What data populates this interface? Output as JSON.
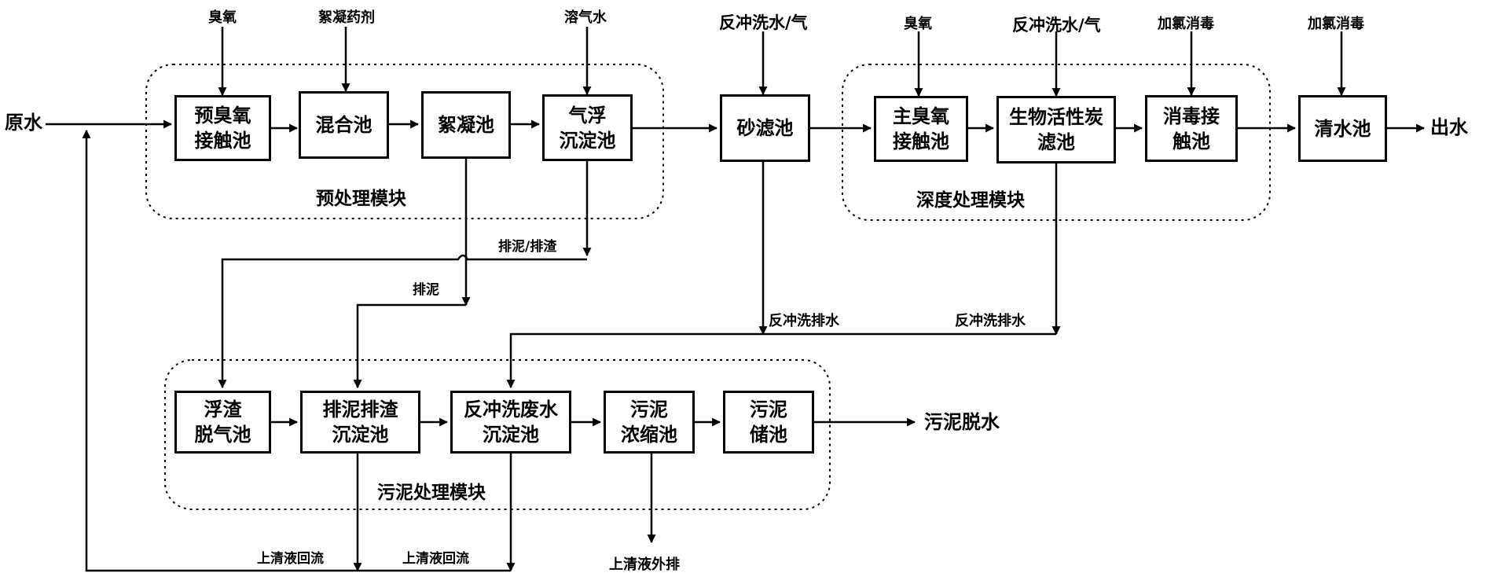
{
  "diagram": {
    "boxes": {
      "pre_ozone": [
        "预臭氧",
        "接触池"
      ],
      "mixing": [
        "混合池"
      ],
      "flocculation": [
        "絮凝池"
      ],
      "daf": [
        "气浮",
        "沉淀池"
      ],
      "sand_filter": [
        "砂滤池"
      ],
      "main_ozone": [
        "主臭氧",
        "接触池"
      ],
      "bac": [
        "生物活性炭",
        "滤池"
      ],
      "disinfection": [
        "消毒接",
        "触池"
      ],
      "clear_water": [
        "清水池"
      ],
      "scum_degas": [
        "浮渣",
        "脱气池"
      ],
      "sludge_settling": [
        "排泥排渣",
        "沉淀池"
      ],
      "backwash_settling": [
        "反冲洗废水",
        "沉淀池"
      ],
      "thickener": [
        "污泥",
        "浓缩池"
      ],
      "sludge_storage": [
        "污泥",
        "储池"
      ]
    },
    "inputs": {
      "ozone1": "臭氧",
      "coagulant": "絮凝药剂",
      "dissolved_air_water": "溶气水",
      "backwash1": "反冲洗水/气",
      "ozone2": "臭氧",
      "backwash2": "反冲洗水/气",
      "chlorine1": "加氯消毒",
      "chlorine2": "加氯消毒"
    },
    "labels": {
      "raw_water": "原水",
      "outlet": "出水",
      "sludge_dewatering": "污泥脱水",
      "pretreatment_module": "预处理模块",
      "advanced_module": "深度处理模块",
      "sludge_module": "污泥处理模块",
      "sludge_scum_discharge": "排泥/排渣",
      "sludge_discharge": "排泥",
      "backwash_drain1": "反冲洗排水",
      "backwash_drain2": "反冲洗排水",
      "supernatant_return1": "上清液回流",
      "supernatant_return2": "上清液回流",
      "supernatant_discharge": "上清液外排"
    }
  }
}
